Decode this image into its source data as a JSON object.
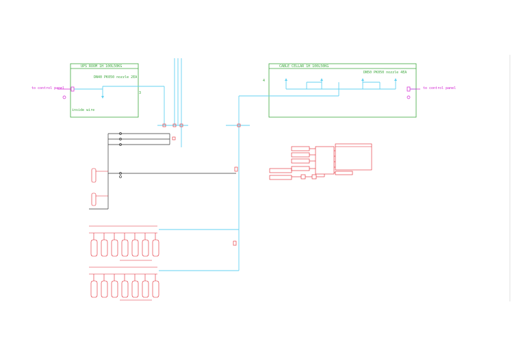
{
  "rooms": {
    "ups": {
      "title": "UPS ROOM  1H  100L50KG",
      "nozzle": "DN40 PK050 nozzle  2EA",
      "side_mark": "3",
      "inside_label": "inside wire"
    },
    "cable": {
      "title": "CABLE CELLAR  1H  100L50KG",
      "nozzle": "DN50 PK050 nozzle  4EA",
      "side_mark": "4"
    }
  },
  "control_panel": {
    "left": "to control panel",
    "right": "to control panel"
  },
  "colors": {
    "cyan": "#63d2f2",
    "green": "#3da83d",
    "red": "#e0202a",
    "magenta": "#d01ad0",
    "black": "#333333"
  }
}
